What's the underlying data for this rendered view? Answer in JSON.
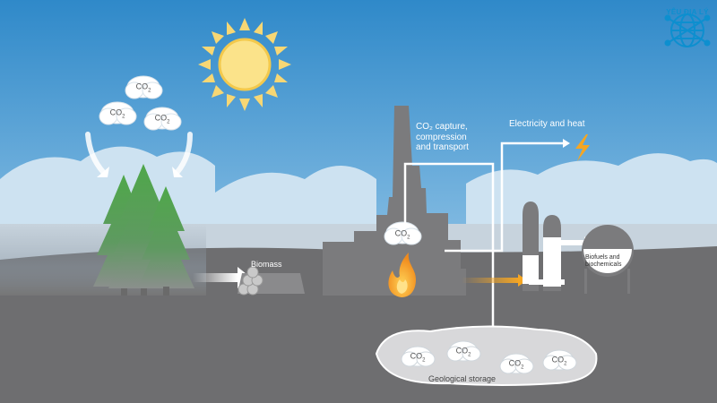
{
  "diagram": {
    "labels": {
      "capture_lines": [
        "CO₂ capture,",
        "compression",
        "and transport"
      ],
      "electricity": "Electricity and heat",
      "biomass": "Biomass",
      "biofuels": "Biofuels and biochemicals",
      "storage": "Geological storage"
    },
    "co2_label": "CO",
    "co2_sub": "2",
    "brand": "YÊU ĐỊA LÝ"
  },
  "colors": {
    "sky_top": "#2f89c9",
    "sky_bottom": "#cfe4f2",
    "ground": "#6e6e70",
    "factory": "#7b7b7d",
    "flame": "#f5a623",
    "sun": "#f7d774",
    "tree": "#4a9f45",
    "pipe": "#ffffff",
    "brand": "#0d8fcf"
  },
  "icons": [
    "sun-icon",
    "lightning-icon",
    "flame-icon",
    "tree-icon",
    "cloud-icon",
    "log-pile-icon",
    "globe-logo-icon"
  ]
}
